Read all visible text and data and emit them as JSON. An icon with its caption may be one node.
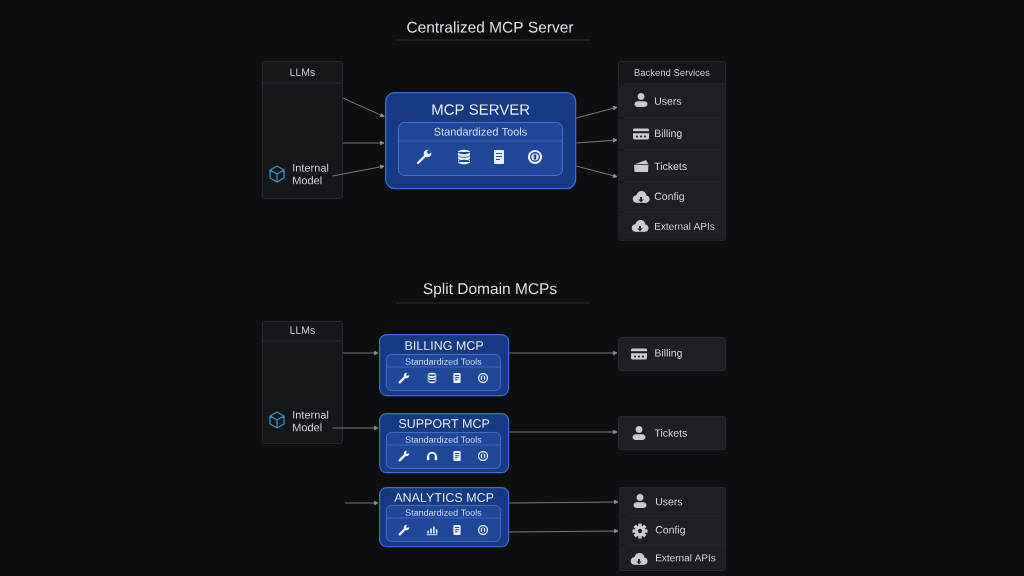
{
  "diagram": {
    "nodes": [
      {
        "text": [
          "LLMs"
        ]
      },
      {
        "text": [
          "Internal Model"
        ],
        "in": 0
      },
      {
        "text": [
          "MCP SERVER"
        ]
      },
      {
        "text": [
          "Standardized Tools"
        ],
        "in": 2
      },
      {
        "text": [
          "Backend Services"
        ]
      },
      {
        "text": [
          "Users"
        ],
        "in": 4
      },
      {
        "text": [
          "Billing"
        ],
        "in": 4
      },
      {
        "text": [
          "Tickets"
        ],
        "in": 4
      },
      {
        "text": [
          "Config"
        ],
        "in": 4
      },
      {
        "text": [
          "External APIs"
        ],
        "in": 4
      },
      {
        "text": [
          "LLMs"
        ]
      },
      {
        "text": [
          "Internal Model"
        ],
        "in": 10
      },
      {
        "text": [
          "BILLING MCP"
        ]
      },
      {
        "text": [
          "Standardized Tools"
        ],
        "in": 12
      },
      {
        "text": [
          "SUPPORT MCP"
        ]
      },
      {
        "text": [
          "Standardized Tools"
        ],
        "in": 14
      },
      {
        "text": [
          "ANALYTICS MCP"
        ]
      },
      {
        "text": [
          "Standardized Tools"
        ],
        "in": 16
      },
      {
        "text": [
          "Billing"
        ]
      },
      {
        "text": [
          "Tickets"
        ]
      },
      {
        "text": [],
        "shape": "box"
      },
      {
        "text": [
          "Users"
        ],
        "in": 20
      },
      {
        "text": [
          "Config"
        ],
        "in": 20
      },
      {
        "text": [
          "External APIs"
        ],
        "in": 20
      }
    ],
    "edges": [
      {
        "from": 0,
        "to": 2,
        "arrow": "to"
      },
      {
        "from": 0,
        "to": 2,
        "arrow": "to"
      },
      {
        "from": 1,
        "to": 2,
        "arrow": "to"
      },
      {
        "from": 2,
        "to": 5,
        "arrow": "to"
      },
      {
        "from": 2,
        "to": 6,
        "arrow": "to"
      },
      {
        "from": 2,
        "to": 7,
        "arrow": "to"
      },
      {
        "from": 10,
        "to": 12,
        "arrow": "to"
      },
      {
        "from": 11,
        "to": 14,
        "arrow": "to"
      },
      {
        "from": null,
        "to": 16,
        "arrow": "to"
      },
      {
        "from": 12,
        "to": 18,
        "arrow": "to"
      },
      {
        "from": 14,
        "to": 19,
        "arrow": "to"
      },
      {
        "from": 16,
        "to": 21,
        "arrow": "to"
      },
      {
        "from": 16,
        "to": 22,
        "arrow": "to"
      }
    ],
    "labels": [
      "Centralized MCP Server",
      "Split Domain MCPs"
    ]
  }
}
